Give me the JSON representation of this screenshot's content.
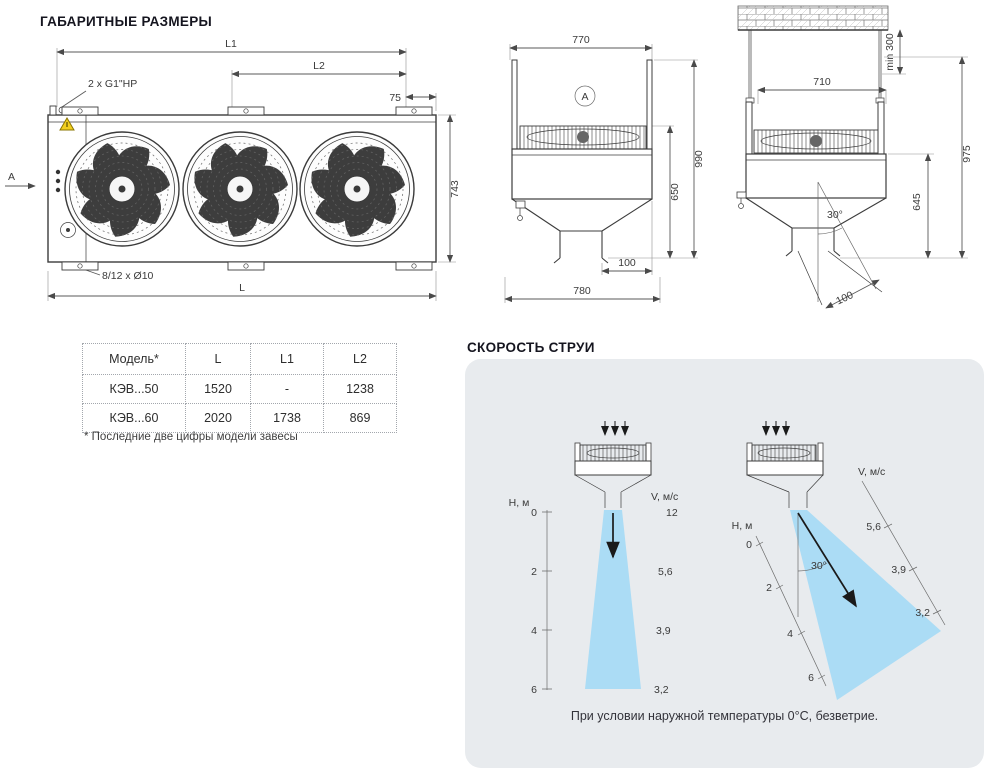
{
  "headings": {
    "dimensions": "ГАБАРИТНЫЕ РАЗМЕРЫ",
    "jet_speed": "СКОРОСТЬ СТРУИ"
  },
  "front_view": {
    "dim_l1": "L1",
    "dim_l2": "L2",
    "dim_75": "75",
    "dim_743": "743",
    "dim_l": "L",
    "label_fitting": "2 x G1\"HP",
    "label_holes": "8/12 x Ø10",
    "label_view": "A"
  },
  "side_view": {
    "dim_770": "770",
    "dim_990": "990",
    "dim_650": "650",
    "dim_100": "100",
    "dim_780": "780",
    "label_view": "A"
  },
  "ceiling_view": {
    "dim_min300": "min 300",
    "dim_710": "710",
    "dim_975": "975",
    "dim_645": "645",
    "dim_100": "100",
    "angle": "30°"
  },
  "table": {
    "headers": [
      "Модель*",
      "L",
      "L1",
      "L2"
    ],
    "rows": [
      {
        "model": "КЭВ...50",
        "l": "1520",
        "l1": "-",
        "l2": "1238"
      },
      {
        "model": "КЭВ...60",
        "l": "2020",
        "l1": "1738",
        "l2": "869"
      }
    ],
    "footnote": "* Последние две цифры модели завесы"
  },
  "jet": {
    "caption": "При условии наружной температуры 0°С, безветрие.",
    "left": {
      "h_axis": "H, м",
      "v_axis": "V, м/с",
      "h_ticks": [
        "0",
        "2",
        "4",
        "6"
      ],
      "v_values": [
        "12",
        "5,6",
        "3,9",
        "3,2"
      ]
    },
    "right": {
      "h_axis": "H, м",
      "v_axis": "V, м/с",
      "h_ticks": [
        "0",
        "2",
        "4",
        "6"
      ],
      "v_values": [
        "5,6",
        "3,9",
        "3,2"
      ],
      "angle": "30°"
    }
  }
}
